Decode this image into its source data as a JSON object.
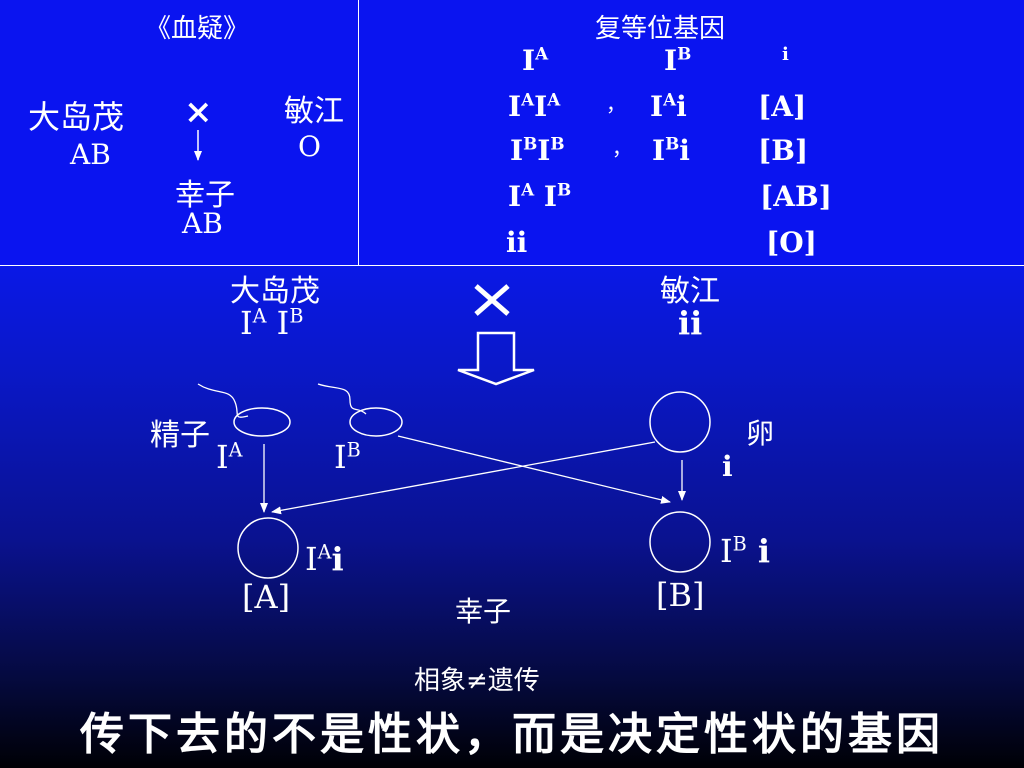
{
  "top_left": {
    "title": "《血疑》",
    "father_name": "大岛茂",
    "father_type": "AB",
    "cross": "×",
    "mother_name": "敏江",
    "mother_type": "O",
    "child_name": "幸子",
    "child_type": "AB"
  },
  "top_right": {
    "title": "复等位基因",
    "alleles": {
      "a": "I",
      "a_sup": "A",
      "b": "I",
      "b_sup": "B",
      "c": "i"
    },
    "rows": [
      {
        "g1": "I",
        "g1s": "A",
        "g2": "I",
        "g2s": "A",
        "sep": "，",
        "g3": "I",
        "g3s": "A",
        "g3t": "i",
        "phen": "[A]"
      },
      {
        "g1": "I",
        "g1s": "B",
        "g2": "I",
        "g2s": "B",
        "sep": "，",
        "g3": "I",
        "g3s": "B",
        "g3t": "i",
        "phen": "[B]"
      },
      {
        "g1": "I",
        "g1s": "A",
        "g2": "I",
        "g2s": "B",
        "phen": "[AB]"
      },
      {
        "g1": "ii",
        "phen": "[O]"
      }
    ]
  },
  "bottom": {
    "father_name": "大岛茂",
    "father_g1": "I",
    "father_g1s": "A",
    "father_g2": "I",
    "father_g2s": "B",
    "cross": "×",
    "mother_name": "敏江",
    "mother_genotype": "ii",
    "sperm_label": "精子",
    "sperm1": "I",
    "sperm1s": "A",
    "sperm2": "I",
    "sperm2s": "B",
    "egg_label": "卵",
    "egg": "i",
    "child1": "I",
    "child1s": "A",
    "child1t": "i",
    "child1_phen": "[A]",
    "child2": "I",
    "child2s": "B",
    "child2t": " i",
    "child2_phen": "[B]",
    "offspring_label": "幸子",
    "note": "相象≠遗传",
    "footer": "传下去的不是性状，而是决定性状的基因"
  }
}
